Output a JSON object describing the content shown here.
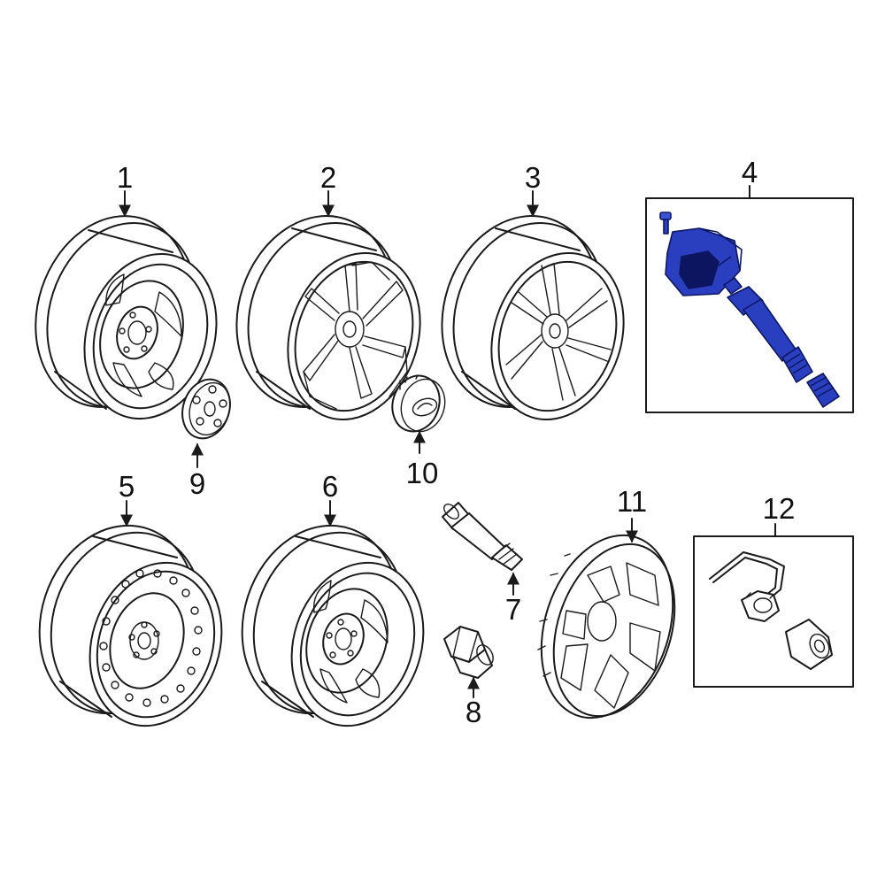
{
  "diagram": {
    "callouts": {
      "c1": "1",
      "c2": "2",
      "c3": "3",
      "c4": "4",
      "c5": "5",
      "c6": "6",
      "c7": "7",
      "c8": "8",
      "c9": "9",
      "c10": "10",
      "c11": "11",
      "c12": "12"
    },
    "colors": {
      "line": "#1a1a1a",
      "highlight": "#2a3fbf",
      "highlight_dark": "#0c1660",
      "highlight_light": "#5a70e0"
    },
    "highlighted_part": "4"
  }
}
